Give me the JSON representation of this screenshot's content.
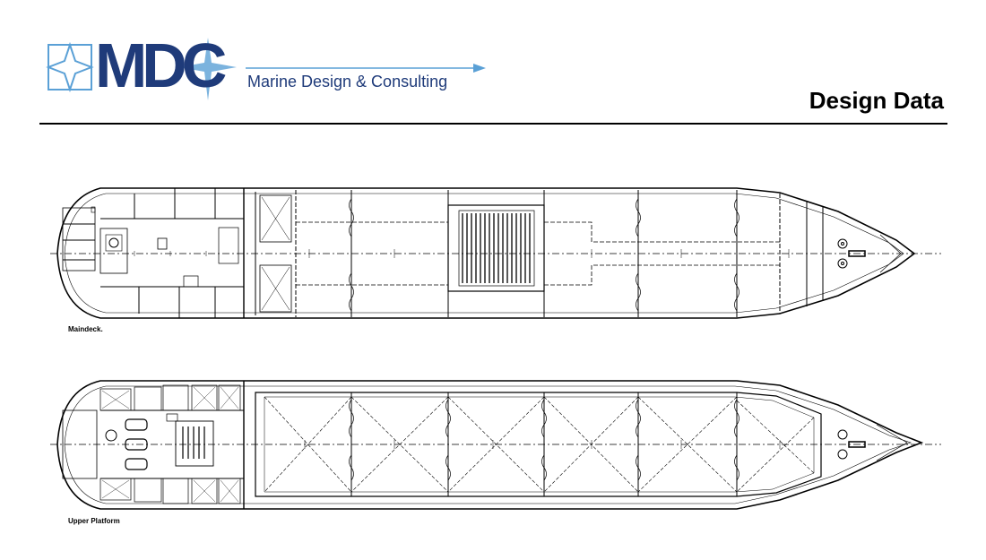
{
  "header": {
    "logo": {
      "text": "MDC",
      "subtitle": "Marine Design & Consulting",
      "color": "#1f3b7a",
      "accent": "#5aa0d6"
    },
    "title": "Design Data"
  },
  "drawings": {
    "main_deck": {
      "caption": "Maindeck."
    },
    "upper_platform": {
      "caption": "Upper Platform"
    }
  }
}
